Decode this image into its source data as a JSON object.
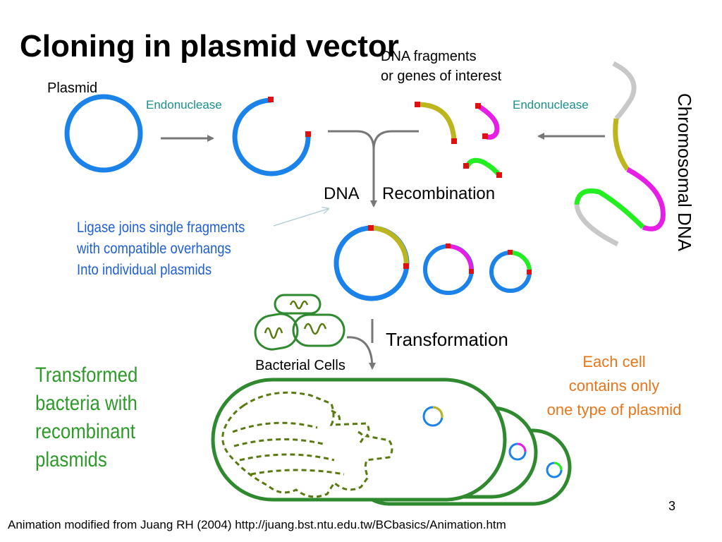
{
  "title": "Cloning in plasmid vector",
  "labels": {
    "dna_fragments": [
      "DNA fragments",
      "or genes of interest"
    ],
    "plasmid": "Plasmid",
    "endonuclease_left": "Endonuclease",
    "endonuclease_right": "Endonuclease",
    "chromosomal_dna": "Chromosomal DNA",
    "dna": "DNA",
    "recombination": "Recombination",
    "ligase_note": [
      "Ligase joins single fragments",
      "with compatible overhangs",
      "Into individual plasmids"
    ],
    "transformation": "Transformation",
    "bacterial_cells": "Bacterial Cells",
    "each_cell_note": [
      "Each cell",
      "contains only",
      "one type of plasmid"
    ],
    "transformed_note": [
      "Transformed",
      "bacteria with",
      "recombinant",
      "plasmids"
    ]
  },
  "colors": {
    "plasmid": "#1a82e8",
    "sticky_end": "#e01010",
    "fragment_olive": "#bdb51e",
    "fragment_magenta": "#e61ee6",
    "fragment_green": "#22ee22",
    "chromosome_gray": "#c8c8c8",
    "arrow": "#777777",
    "cell_outline": "#2f8a2f",
    "nucleoid": "#5a7a10",
    "ligase_text": "#1f5fd6",
    "note_orange": "#e8761a",
    "note_green": "#2e9a2a",
    "endonuclease_text": "#1a8f8f"
  },
  "footer": {
    "page_number": "3",
    "credit": "Animation modified from Juang RH (2004) http://juang.bst.ntu.edu.tw/BCbasics/Animation.htm"
  }
}
